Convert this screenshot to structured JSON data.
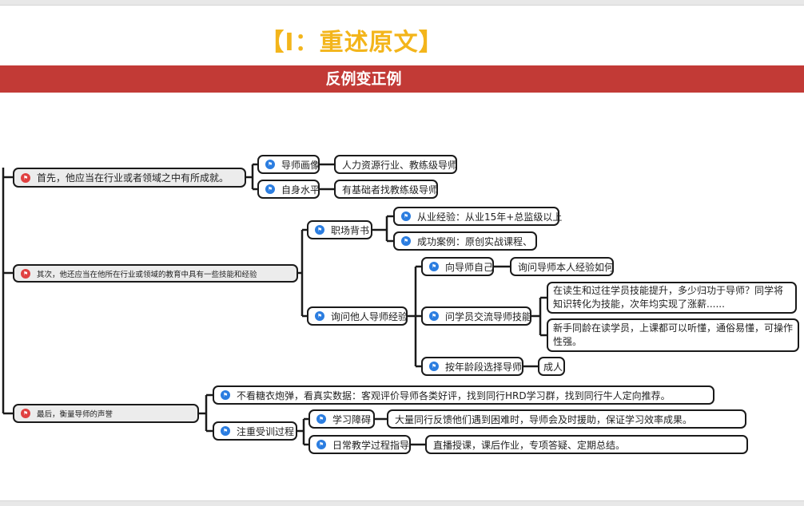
{
  "slide": {
    "title": "【I：重述原文】",
    "banner": "反例变正例"
  },
  "mindmap": {
    "branch1": {
      "label": "首先，他应当在行业或者领域之中有所成就。",
      "children": [
        {
          "label": "导师画像",
          "detail": "人力资源行业、教练级导师"
        },
        {
          "label": "自身水平",
          "detail": "有基础者找教练级导师"
        }
      ]
    },
    "branch2": {
      "label": "其次，他还应当在他所在行业或领域的教育中具有一些技能和经验",
      "career": {
        "label": "职场背书：",
        "items": [
          "从业经验：从业15年+总监级以上",
          "成功案例：原创实战课程、"
        ]
      },
      "ask": {
        "label": "询问他人导师经验",
        "self": {
          "label": "向导师自己",
          "detail": "询问导师本人经验如何"
        },
        "students": {
          "label": "问学员交流导师技能",
          "details": [
            "在读生和过往学员技能提升，多少归功于导师？同学将知识转化为技能，次年均实现了涨薪......",
            "新手同龄在读学员，上课都可以听懂，通俗易懂，可操作性强。"
          ]
        },
        "age": {
          "label": "按年龄段选择导师",
          "detail": "成人"
        }
      }
    },
    "branch3": {
      "label": "最后，衡量导师的声誉",
      "reviews": "不看糖衣炮弹，看真实数据：客观评价导师各类好评，找到同行HRD学习群，找到同行牛人定向推荐。",
      "training": {
        "label": "注重受训过程",
        "obstacle": {
          "label": "学习障碍",
          "detail": "大量同行反馈他们遇到困难时，导师会及时援助，保证学习效率成果。"
        },
        "guidance": {
          "label": "日常教学过程指导",
          "detail": "直播授课，课后作业，专项答疑、定期总结。"
        }
      }
    },
    "icons": {
      "branch": "flag-icon-red",
      "leaf": "flag-icon-blue"
    }
  }
}
